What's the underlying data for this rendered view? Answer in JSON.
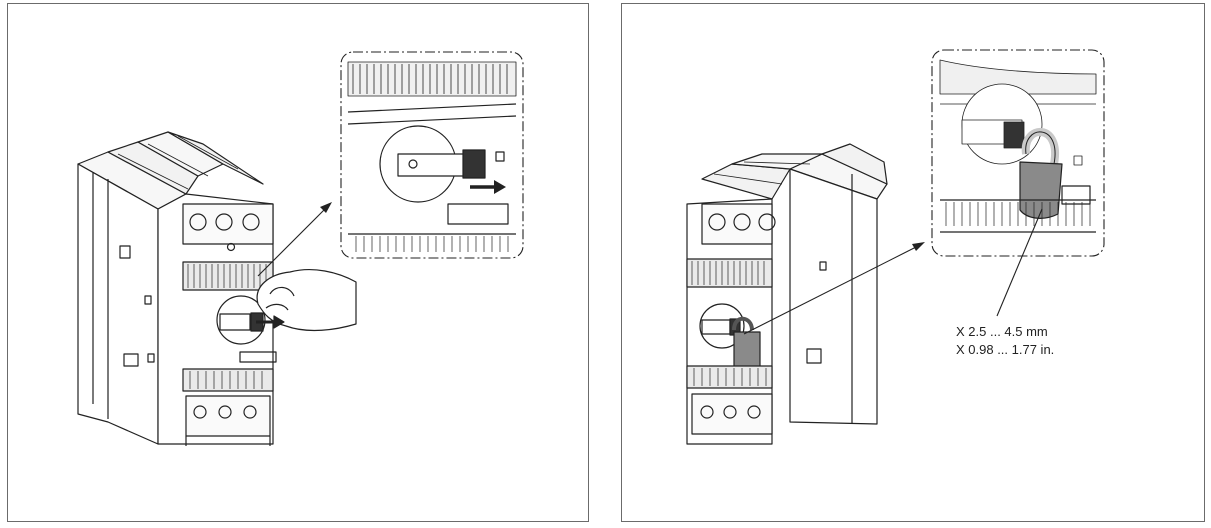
{
  "figures": [
    {
      "id": "unlock-step",
      "action": "slide-latch-right"
    },
    {
      "id": "padlock-step",
      "dimension_lines": [
        "X  2.5 ...   4.5 mm",
        "X  0.98 ... 1.77 in."
      ]
    }
  ],
  "colors": {
    "frame": "#6b6b6b",
    "line": "#222222",
    "padlock_shackle": "#c9c9c9",
    "padlock_body": "#8a8a8a"
  },
  "icons": [
    "arrow-right-icon",
    "padlock-icon",
    "hand-icon"
  ]
}
